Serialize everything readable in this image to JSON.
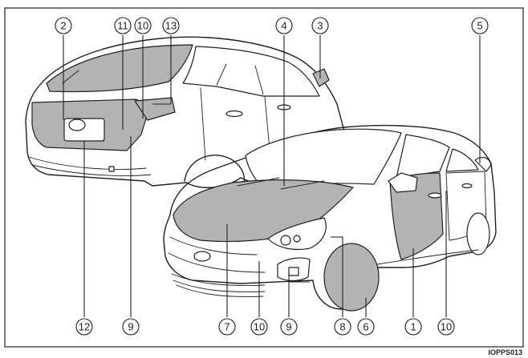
{
  "figure": {
    "image_code": "IOPPS013"
  },
  "callouts": [
    {
      "id": "c2",
      "label": "2"
    },
    {
      "id": "c11",
      "label": "11"
    },
    {
      "id": "c10a",
      "label": "10"
    },
    {
      "id": "c13",
      "label": "13"
    },
    {
      "id": "c4",
      "label": "4"
    },
    {
      "id": "c3",
      "label": "3"
    },
    {
      "id": "c5",
      "label": "5"
    },
    {
      "id": "c12",
      "label": "12"
    },
    {
      "id": "c9a",
      "label": "9"
    },
    {
      "id": "c7",
      "label": "7"
    },
    {
      "id": "c10b",
      "label": "10"
    },
    {
      "id": "c9b",
      "label": "9"
    },
    {
      "id": "c8",
      "label": "8"
    },
    {
      "id": "c6",
      "label": "6"
    },
    {
      "id": "c1",
      "label": "1"
    },
    {
      "id": "c10c",
      "label": "10"
    }
  ],
  "colors": {
    "line": "#231f20",
    "highlight": "#b3b3b3",
    "background": "#ffffff"
  }
}
